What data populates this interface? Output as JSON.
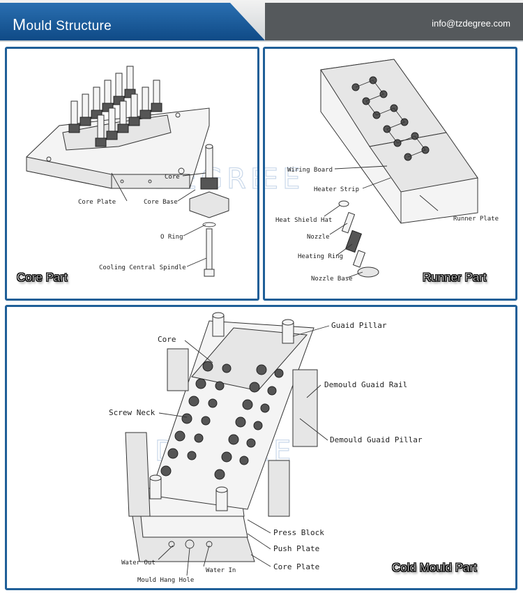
{
  "header": {
    "title_cap": "M",
    "title_rest": "ould Structure",
    "email": "info@tzdegree.com"
  },
  "watermark": "DEGREE",
  "panels": {
    "core": {
      "caption": "Core Part",
      "labels": {
        "core": "Core",
        "core_base": "Core Base",
        "core_plate": "Core Plate",
        "o_ring": "O Ring",
        "cooling_spindle": "Cooling Central Spindle"
      }
    },
    "runner": {
      "caption": "Runner Part",
      "labels": {
        "wiring_board": "Wiring Board",
        "heater_strip": "Heater Strip",
        "runner_plate": "Runner Plate",
        "heat_shield_hat": "Heat Shield Hat",
        "nozzle": "Nozzle",
        "heating_ring": "Heating Ring",
        "nozzle_base": "Nozzle Base"
      }
    },
    "cold": {
      "caption": "Cold Mould Part",
      "labels": {
        "guaid_pillar": "Guaid Pillar",
        "core": "Core",
        "demould_guaid_rail": "Demould Guaid Rail",
        "screw_neck": "Screw Neck",
        "demould_guaid_pillar": "Demould Guaid Pillar",
        "press_block": "Press Block",
        "push_plate": "Push Plate",
        "core_plate": "Core Plate",
        "water_out": "Water Out",
        "water_in": "Water In",
        "mould_hang_hole": "Mould Hang Hole"
      }
    }
  }
}
